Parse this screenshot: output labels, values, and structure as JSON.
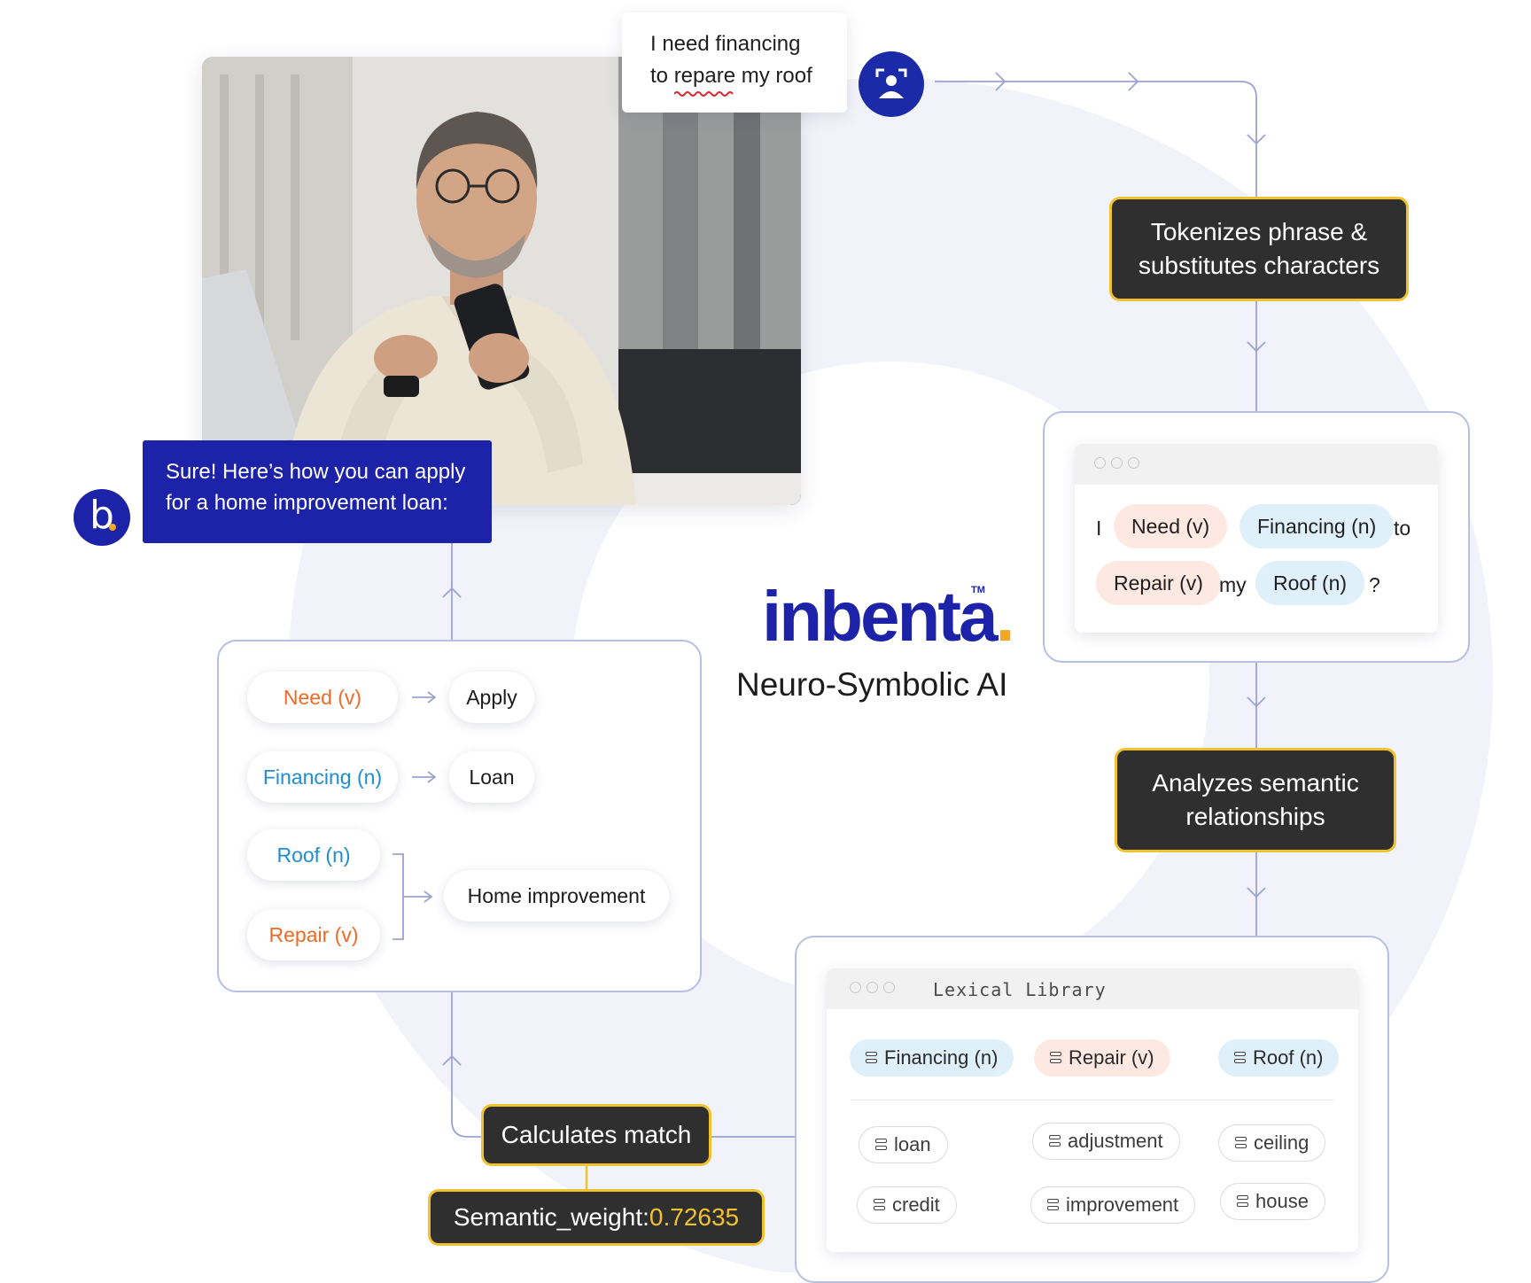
{
  "user_message": {
    "line1": "I need financing",
    "line2_prefix": "to ",
    "line2_misspelled": "repare",
    "line2_suffix": " my roof"
  },
  "bot_message": {
    "line1": "Sure! Here’s how you can apply",
    "line2": "for a home improvement loan:",
    "avatar_letter": "b"
  },
  "brand": {
    "name": "inbenta",
    "dot": ".",
    "tm": "TM",
    "subtitle": "Neuro-Symbolic AI"
  },
  "steps": {
    "tokenize": {
      "line1": "Tokenizes phrase &",
      "line2": "substitutes characters"
    },
    "analyze": {
      "line1": "Analyzes semantic",
      "line2": "relationships"
    },
    "calculate": "Calculates match",
    "weight": {
      "label": "Semantic_weight: ",
      "value": "0.72635"
    }
  },
  "tokens": {
    "word_i": "I",
    "need": "Need (v)",
    "financing": "Financing (n)",
    "word_to": "to",
    "repair": "Repair (v)",
    "word_my": "my",
    "roof": "Roof (n)",
    "word_q": "?"
  },
  "mapping": {
    "need": "Need (v)",
    "apply": "Apply",
    "financing": "Financing (n)",
    "loan": "Loan",
    "roof": "Roof (n)",
    "repair": "Repair (v)",
    "home_improvement": "Home improvement"
  },
  "lexical_library": {
    "title": "Lexical Library",
    "headers": [
      "Financing (n)",
      "Repair (v)",
      "Roof (n)"
    ],
    "synonyms": {
      "loan": "loan",
      "credit": "credit",
      "adjustment": "adjustment",
      "improvement": "improvement",
      "ceiling": "ceiling",
      "house": "house"
    }
  },
  "colors": {
    "brand_blue": "#1d23a8",
    "accent_yellow": "#f2c12e",
    "verb_orange": "#ef6a25",
    "noun_blue": "#1f8ed0",
    "dark_box": "#2f2f2f"
  }
}
